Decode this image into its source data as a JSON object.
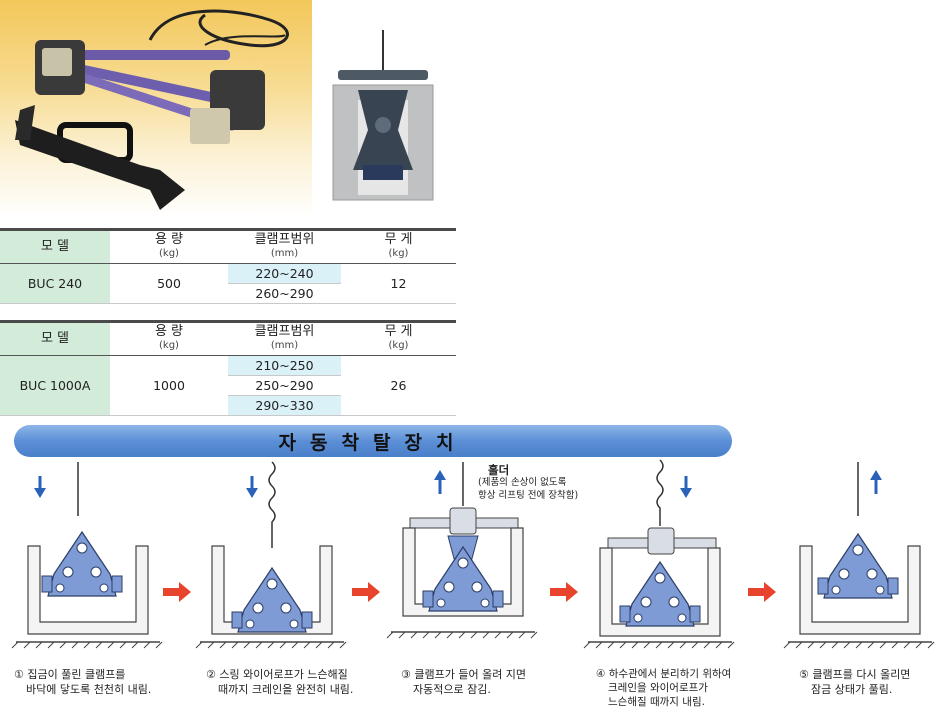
{
  "table1": {
    "headers": {
      "model": "모  델",
      "capacity": "용  량",
      "capacity_unit": "(kg)",
      "clamp_range": "클램프범위",
      "clamp_range_unit": "(mm)",
      "weight": "무  게",
      "weight_unit": "(kg)"
    },
    "model": "BUC 240",
    "capacity": "500",
    "ranges": [
      "220~240",
      "260~290"
    ],
    "weight": "12"
  },
  "table2": {
    "headers": {
      "model": "모  델",
      "capacity": "용  량",
      "capacity_unit": "(kg)",
      "clamp_range": "클램프범위",
      "clamp_range_unit": "(mm)",
      "weight": "무  게",
      "weight_unit": "(kg)"
    },
    "model": "BUC 1000A",
    "capacity": "1000",
    "ranges": [
      "210~250",
      "250~290",
      "290~330"
    ],
    "weight": "26"
  },
  "banner": "자동착탈장치",
  "holder": {
    "label": "홀더",
    "note_line1": "(제품의 손상이 없도록",
    "note_line2": "항상 리프팅 전에 장착함)"
  },
  "steps": [
    {
      "line1": "① 집금이 풀린 클램프를",
      "line2": "바닥에 닿도록 천천히 내림.",
      "line3": ""
    },
    {
      "line1": "② 스링 와이어로프가 느슨해질",
      "line2": "때까지 크레인을 완전히 내림.",
      "line3": ""
    },
    {
      "line1": "③ 클램프가 들어 올려 지면",
      "line2": "자동적으로 잠김.",
      "line3": ""
    },
    {
      "line1": "④ 하수관에서 분리하기 위하여",
      "line2": "크레인을 와이어로프가",
      "line3": "느슨해질 때까지 내림."
    },
    {
      "line1": "⑤ 클램프를 다시 올리면",
      "line2": "잠금 상태가 풀림.",
      "line3": ""
    }
  ],
  "colors": {
    "model_bg": "#d3ecd9",
    "range_bg": "#dbf1f8",
    "banner": "#5b8fd6",
    "arrow_red": "#e8432c",
    "arrow_blue": "#2a62b8",
    "clamp_blue": "#7e9bd6"
  }
}
